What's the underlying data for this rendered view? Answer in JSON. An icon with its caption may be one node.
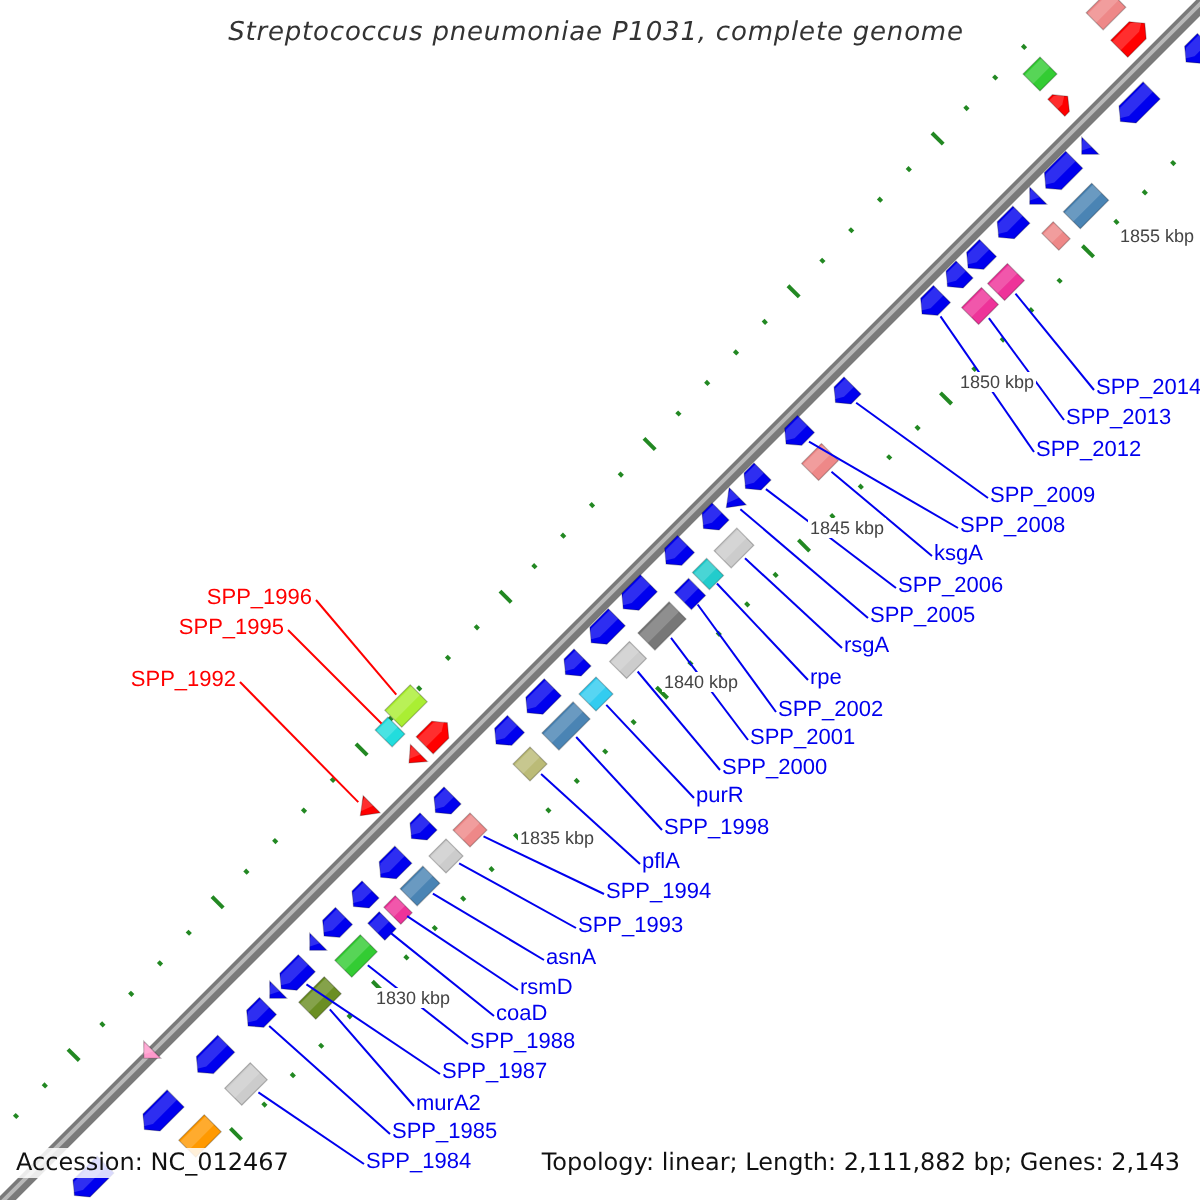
{
  "diagram": {
    "title": "Streptococcus pneumoniae P1031, complete genome",
    "nodes": [
      {
        "text": [
          "SPP_1996"
        ]
      },
      {
        "text": [
          "SPP_1995"
        ]
      },
      {
        "text": [
          "SPP_1992"
        ]
      },
      {
        "text": [
          "SPP_2014"
        ]
      },
      {
        "text": [
          "SPP_2013"
        ]
      },
      {
        "text": [
          "SPP_2012"
        ]
      },
      {
        "text": [
          "SPP_2009"
        ]
      },
      {
        "text": [
          "SPP_2008"
        ]
      },
      {
        "text": [
          "ksgA"
        ]
      },
      {
        "text": [
          "SPP_2006"
        ]
      },
      {
        "text": [
          "SPP_2005"
        ]
      },
      {
        "text": [
          "rsgA"
        ]
      },
      {
        "text": [
          "rpe"
        ]
      },
      {
        "text": [
          "SPP_2002"
        ]
      },
      {
        "text": [
          "SPP_2001"
        ]
      },
      {
        "text": [
          "SPP_2000"
        ]
      },
      {
        "text": [
          "purR"
        ]
      },
      {
        "text": [
          "SPP_1998"
        ]
      },
      {
        "text": [
          "pflA"
        ]
      },
      {
        "text": [
          "SPP_1994"
        ]
      },
      {
        "text": [
          "SPP_1993"
        ]
      },
      {
        "text": [
          "asnA"
        ]
      },
      {
        "text": [
          "rsmD"
        ]
      },
      {
        "text": [
          "coaD"
        ]
      },
      {
        "text": [
          "SPP_1988"
        ]
      },
      {
        "text": [
          "SPP_1987"
        ]
      },
      {
        "text": [
          "murA2"
        ]
      },
      {
        "text": [
          "SPP_1985"
        ]
      },
      {
        "text": [
          "SPP_1984"
        ]
      },
      {
        "text": [],
        "shape": "diamond"
      },
      {
        "text": [],
        "shape": "diamond"
      },
      {
        "text": [],
        "shape": "triangle"
      },
      {
        "text": [],
        "shape": "diamond"
      },
      {
        "text": [],
        "shape": "diamond"
      },
      {
        "text": [],
        "shape": "pentagon"
      },
      {
        "text": [],
        "shape": "pentagon"
      },
      {
        "text": [],
        "shape": "pentagon"
      },
      {
        "text": [],
        "shape": "diamond"
      },
      {
        "text": [],
        "shape": "pentagon"
      },
      {
        "text": [],
        "shape": "triangle"
      },
      {
        "text": [],
        "shape": "diamond"
      },
      {
        "text": [],
        "shape": "diamond"
      },
      {
        "text": [],
        "shape": "diamond"
      },
      {
        "text": [],
        "shape": "diamond"
      },
      {
        "text": [],
        "shape": "diamond"
      },
      {
        "text": [],
        "shape": "diamond"
      },
      {
        "text": [],
        "shape": "diamond"
      },
      {
        "text": [],
        "shape": "diamond"
      },
      {
        "text": [],
        "shape": "diamond"
      },
      {
        "text": [],
        "shape": "diamond"
      },
      {
        "text": [],
        "shape": "diamond"
      },
      {
        "text": [],
        "shape": "diamond"
      },
      {
        "text": [],
        "shape": "diamond"
      },
      {
        "text": [],
        "shape": "diamond"
      },
      {
        "text": [],
        "shape": "pentagon"
      },
      {
        "text": [],
        "shape": "diamond"
      },
      {
        "text": [],
        "shape": "pentagon"
      },
      {
        "text": [],
        "shape": "diamond"
      },
      {
        "text": [],
        "shape": "pentagon"
      },
      {
        "text": [],
        "shape": "triangle"
      },
      {
        "text": [],
        "shape": "pentagon"
      },
      {
        "text": [],
        "shape": "diamond"
      },
      {
        "text": [],
        "shape": "pentagon"
      },
      {
        "text": [],
        "shape": "triangle"
      },
      {
        "text": [],
        "shape": "triangle"
      },
      {
        "text": [],
        "shape": "pentagon"
      },
      {
        "text": [],
        "shape": "pentagon"
      },
      {
        "text": [],
        "shape": "pentagon"
      },
      {
        "text": [],
        "shape": "triangle"
      },
      {
        "text": [],
        "shape": "pentagon"
      },
      {
        "text": [],
        "shape": "pentagon"
      },
      {
        "text": [],
        "shape": "pentagon"
      },
      {
        "text": [],
        "shape": "pentagon"
      },
      {
        "text": [],
        "shape": "pentagon"
      },
      {
        "text": [],
        "shape": "pentagon"
      },
      {
        "text": [],
        "shape": "pentagon"
      },
      {
        "text": [],
        "shape": "pentagon"
      },
      {
        "text": [],
        "shape": "pentagon"
      },
      {
        "text": [],
        "shape": "pentagon"
      },
      {
        "text": [],
        "shape": "pentagon"
      },
      {
        "text": [],
        "shape": "pentagon"
      },
      {
        "text": [],
        "shape": "pentagon"
      },
      {
        "text": [],
        "shape": "triangle"
      },
      {
        "text": [],
        "shape": "diamond"
      },
      {
        "text": [],
        "shape": "diamond"
      },
      {
        "text": [],
        "shape": "pentagon"
      },
      {
        "text": [],
        "shape": "pentagon"
      },
      {
        "text": [],
        "shape": "triangle"
      },
      {
        "text": [],
        "shape": "diamond"
      },
      {
        "text": [],
        "shape": "diamond"
      },
      {
        "text": [],
        "shape": "pentagon"
      },
      {
        "text": [],
        "shape": "pentagon"
      },
      {
        "text": [],
        "shape": "pentagon"
      }
    ],
    "edges": [
      {
        "from": 0,
        "to": 29,
        "arrow": "none",
        "color": "#ff0000"
      },
      {
        "from": 1,
        "to": 30,
        "arrow": "none",
        "color": "#ff0000"
      },
      {
        "from": 2,
        "to": 31,
        "arrow": "none",
        "color": "#ff0000"
      },
      {
        "from": 3,
        "to": 32,
        "arrow": "none"
      },
      {
        "from": 4,
        "to": 33,
        "arrow": "none"
      },
      {
        "from": 5,
        "to": 34,
        "arrow": "none"
      },
      {
        "from": 6,
        "to": 35,
        "arrow": "none"
      },
      {
        "from": 7,
        "to": 36,
        "arrow": "none"
      },
      {
        "from": 8,
        "to": 37,
        "arrow": "none"
      },
      {
        "from": 9,
        "to": 38,
        "arrow": "none"
      },
      {
        "from": 10,
        "to": 39,
        "arrow": "none"
      },
      {
        "from": 11,
        "to": 40,
        "arrow": "none"
      },
      {
        "from": 12,
        "to": 41,
        "arrow": "none"
      },
      {
        "from": 13,
        "to": 42,
        "arrow": "none"
      },
      {
        "from": 14,
        "to": 43,
        "arrow": "none"
      },
      {
        "from": 15,
        "to": 44,
        "arrow": "none"
      },
      {
        "from": 16,
        "to": 45,
        "arrow": "none"
      },
      {
        "from": 17,
        "to": 46,
        "arrow": "none"
      },
      {
        "from": 18,
        "to": 47,
        "arrow": "none"
      },
      {
        "from": 19,
        "to": 48,
        "arrow": "none"
      },
      {
        "from": 20,
        "to": 49,
        "arrow": "none"
      },
      {
        "from": 21,
        "to": 50,
        "arrow": "none"
      },
      {
        "from": 22,
        "to": 51,
        "arrow": "none"
      },
      {
        "from": 23,
        "to": 52,
        "arrow": "none"
      },
      {
        "from": 24,
        "to": 53,
        "arrow": "none"
      },
      {
        "from": 25,
        "to": 54,
        "arrow": "none"
      },
      {
        "from": 26,
        "to": 55,
        "arrow": "none"
      },
      {
        "from": 27,
        "to": 56,
        "arrow": "none"
      },
      {
        "from": 28,
        "to": 57,
        "arrow": "none"
      }
    ],
    "labels": [
      "1855 kbp",
      "1850 kbp",
      "1845 kbp",
      "1840 kbp",
      "1835 kbp",
      "1830 kbp",
      "Accession: NC_012467",
      "Topology: linear; Length: 2,111,882 bp; Genes: 2,143"
    ]
  }
}
